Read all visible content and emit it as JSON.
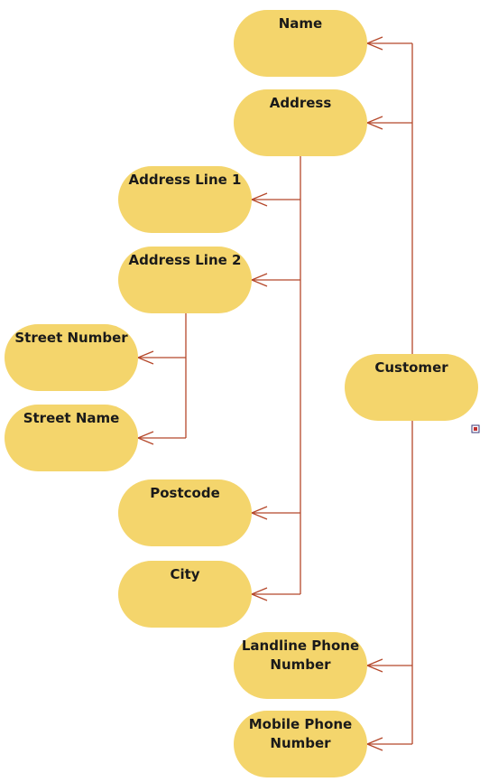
{
  "diagram": {
    "colors": {
      "node_fill": "#f4d56c",
      "connector": "#b5482b",
      "text": "#1a1a1a"
    },
    "nodes": [
      {
        "id": "customer",
        "lines": [
          "Customer"
        ]
      },
      {
        "id": "name",
        "lines": [
          "Name"
        ]
      },
      {
        "id": "address",
        "lines": [
          "Address"
        ]
      },
      {
        "id": "address-line-1",
        "lines": [
          "Address Line 1"
        ]
      },
      {
        "id": "address-line-2",
        "lines": [
          "Address Line 2"
        ]
      },
      {
        "id": "street-number",
        "lines": [
          "Street Number"
        ]
      },
      {
        "id": "street-name",
        "lines": [
          "Street Name"
        ]
      },
      {
        "id": "postcode",
        "lines": [
          "Postcode"
        ]
      },
      {
        "id": "city",
        "lines": [
          "City"
        ]
      },
      {
        "id": "landline-phone-number",
        "lines": [
          "Landline Phone",
          "Number"
        ]
      },
      {
        "id": "mobile-phone-number",
        "lines": [
          "Mobile Phone",
          "Number"
        ]
      }
    ],
    "edges": [
      {
        "from": "customer",
        "to": "name"
      },
      {
        "from": "customer",
        "to": "address"
      },
      {
        "from": "customer",
        "to": "landline-phone-number"
      },
      {
        "from": "customer",
        "to": "mobile-phone-number"
      },
      {
        "from": "address",
        "to": "address-line-1"
      },
      {
        "from": "address",
        "to": "address-line-2"
      },
      {
        "from": "address",
        "to": "postcode"
      },
      {
        "from": "address",
        "to": "city"
      },
      {
        "from": "address-line-2",
        "to": "street-number"
      },
      {
        "from": "address-line-2",
        "to": "street-name"
      }
    ]
  }
}
